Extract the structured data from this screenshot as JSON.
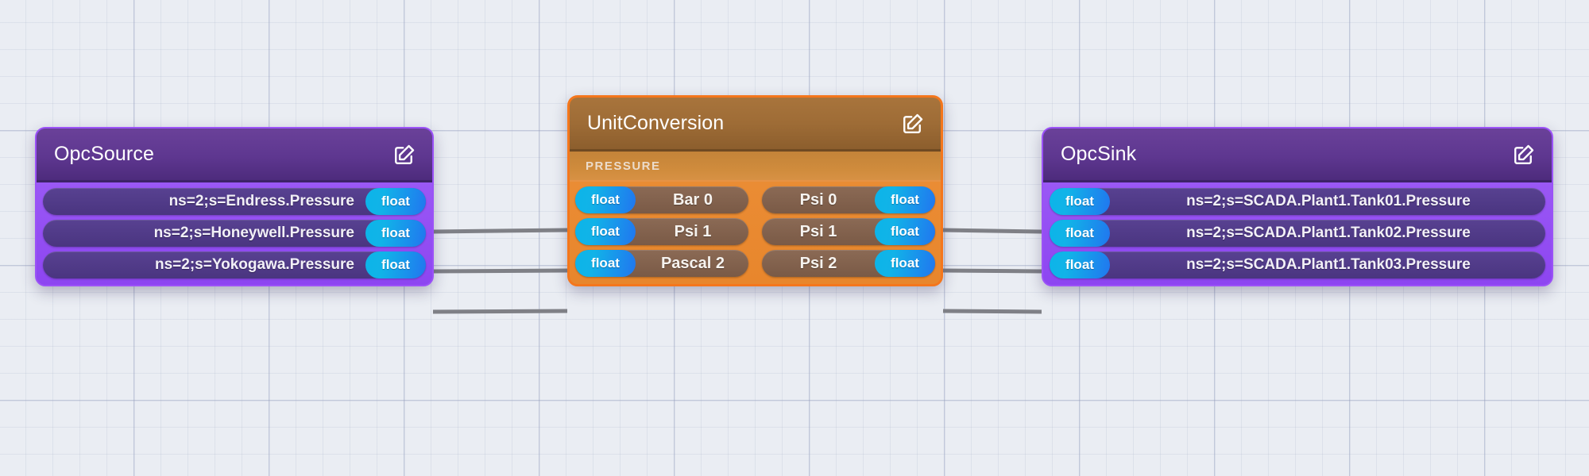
{
  "canvas": {
    "background_color": "#eaedf3",
    "grid_color": "#96a0be"
  },
  "nodes": [
    {
      "id": "opc-source",
      "title": "OpcSource",
      "accent_color": "#8b3ef0",
      "header_color": "#5e3790",
      "edit_icon": "edit-pencil-square-icon",
      "ports": [
        {
          "name": "ns=2;s=Endress.Pressure",
          "type": "float"
        },
        {
          "name": "ns=2;s=Honeywell.Pressure",
          "type": "float"
        },
        {
          "name": "ns=2;s=Yokogawa.Pressure",
          "type": "float"
        }
      ]
    },
    {
      "id": "unit-conversion",
      "title": "UnitConversion",
      "accent_color": "#f4761c",
      "header_color": "#9e6c36",
      "edit_icon": "edit-pencil-square-icon",
      "group_label": "PRESSURE",
      "inputs": [
        {
          "type": "float",
          "name": "Bar 0"
        },
        {
          "type": "float",
          "name": "Psi 1"
        },
        {
          "type": "float",
          "name": "Pascal 2"
        }
      ],
      "outputs": [
        {
          "name": "Psi 0",
          "type": "float"
        },
        {
          "name": "Psi 1",
          "type": "float"
        },
        {
          "name": "Psi 2",
          "type": "float"
        }
      ]
    },
    {
      "id": "opc-sink",
      "title": "OpcSink",
      "accent_color": "#8b3ef0",
      "header_color": "#5e3790",
      "edit_icon": "edit-pencil-square-icon",
      "ports": [
        {
          "type": "float",
          "name": "ns=2;s=SCADA.Plant1.Tank01.Pressure"
        },
        {
          "type": "float",
          "name": "ns=2;s=SCADA.Plant1.Tank02.Pressure"
        },
        {
          "type": "float",
          "name": "ns=2;s=SCADA.Plant1.Tank03.Pressure"
        }
      ]
    }
  ],
  "edges": {
    "color": "#7f8086",
    "links": [
      {
        "from": "opc-source.0",
        "to": "unit-conversion.in.0"
      },
      {
        "from": "opc-source.1",
        "to": "unit-conversion.in.1"
      },
      {
        "from": "opc-source.2",
        "to": "unit-conversion.in.2"
      },
      {
        "from": "unit-conversion.out.0",
        "to": "opc-sink.0"
      },
      {
        "from": "unit-conversion.out.1",
        "to": "opc-sink.1"
      },
      {
        "from": "unit-conversion.out.2",
        "to": "opc-sink.2"
      }
    ]
  }
}
